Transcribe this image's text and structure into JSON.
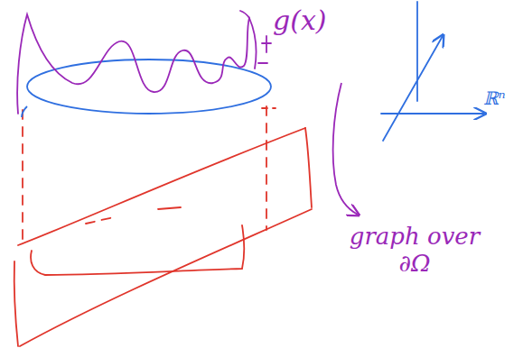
{
  "diagram": {
    "labels": [
      "g(x)",
      "graph over ∂Ω",
      "ℝⁿ"
    ]
  }
}
